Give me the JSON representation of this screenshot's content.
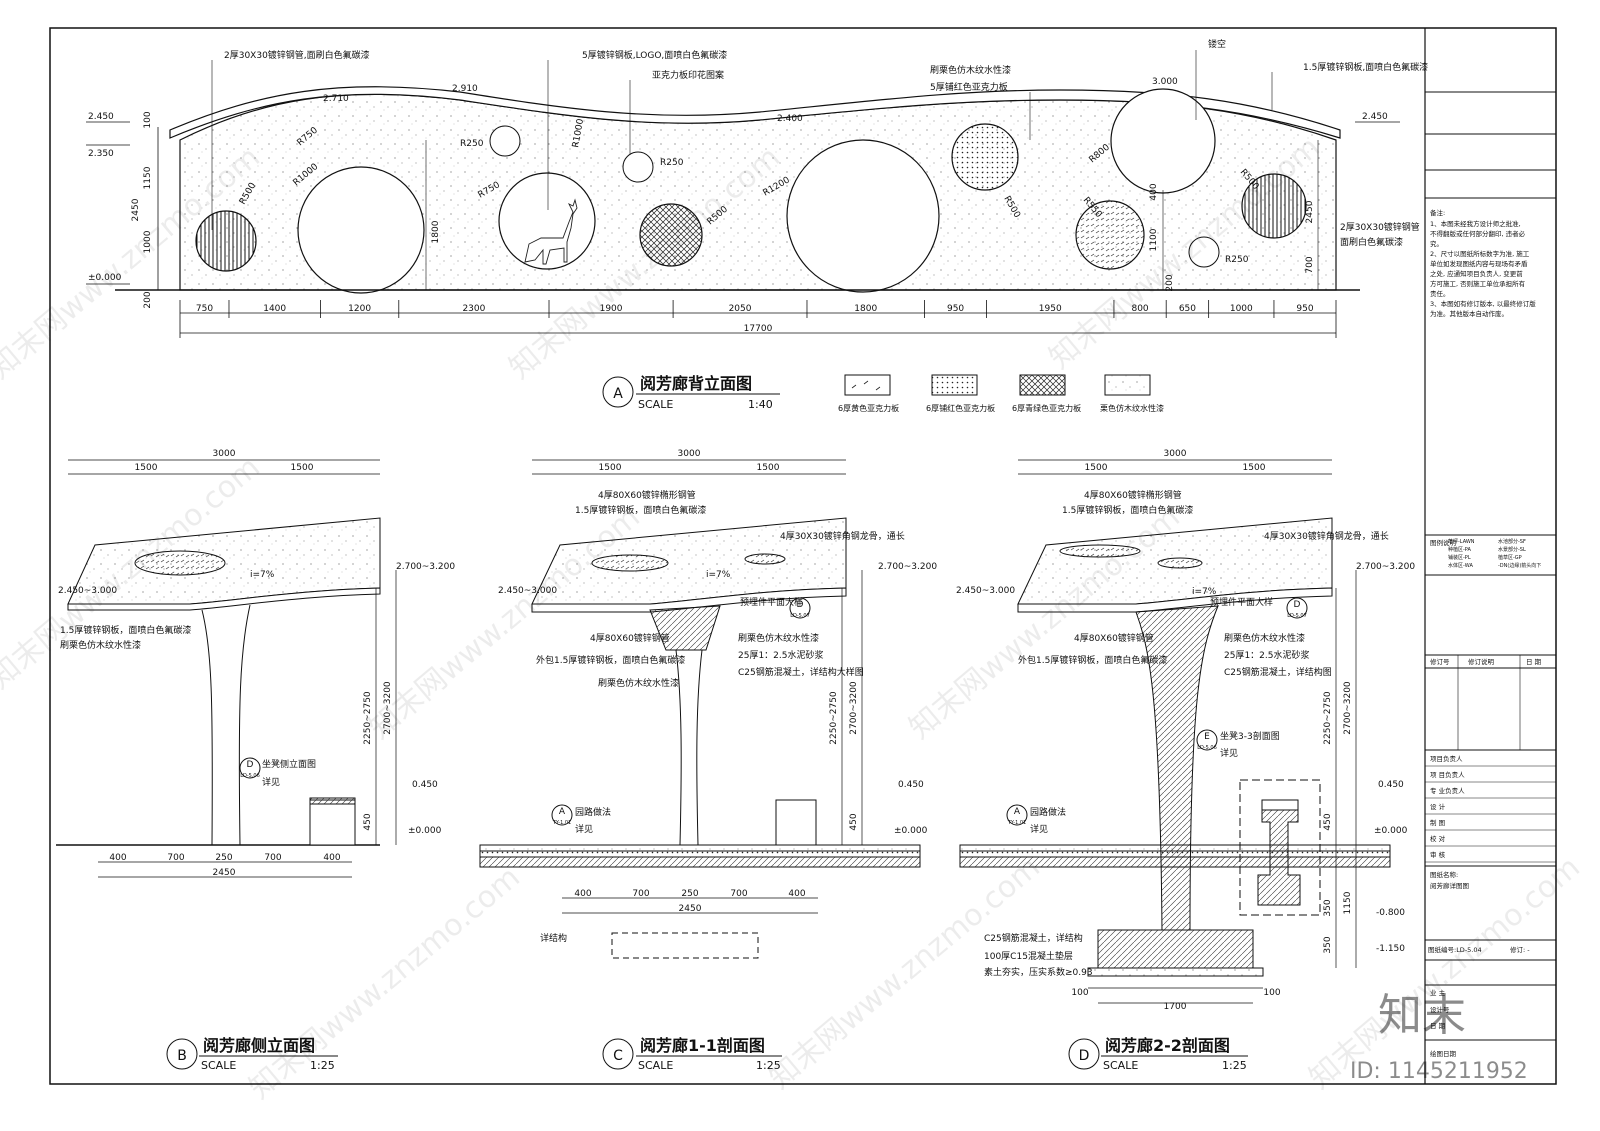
{
  "drawings": {
    "back_elevation": {
      "title": "阅芳廊背立面图",
      "scale_label": "SCALE",
      "scale": "1:40",
      "marker": "A",
      "callouts": {
        "top_left_pipe": "2厚30X30镀锌钢管,面刷白色氟碳漆",
        "top_plate": "5厚镀锌钢板,LOGO,面喷白色氟碳漆",
        "acrylic_print": "亚克力板印花图案",
        "wood_paint": "刷栗色仿木纹水性漆",
        "red_acrylic": "5厚铺红色亚克力板",
        "hollow": "镂空",
        "right_plate": "1.5厚镀锌钢板,面喷白色氟碳漆",
        "right_pipe": "2厚30X30镀锌钢管",
        "right_pipe2": "面刷白色氟碳漆"
      },
      "elevations": {
        "e2450_left": "2.450",
        "e2350": "2.350",
        "e2710": "2.710",
        "e2910": "2.910",
        "e2400": "2.400",
        "e3000": "3.000",
        "e2450_right": "2.450",
        "e0": "±0.000"
      },
      "radii": [
        "R750",
        "R1000",
        "R500",
        "R250",
        "R750",
        "R1000",
        "R250",
        "R500",
        "R1200",
        "R800",
        "R500",
        "R550",
        "R500",
        "R250"
      ],
      "vertical_dims": [
        "100",
        "1150",
        "2450",
        "1000",
        "200",
        "1800",
        "400",
        "1100",
        "200",
        "700"
      ],
      "bottom_dims": [
        "750",
        "1400",
        "1200",
        "2300",
        "1900",
        "2050",
        "1800",
        "950",
        "1950",
        "800",
        "650",
        "1000",
        "950"
      ],
      "total": "17700"
    },
    "legend": [
      {
        "label": "6厚黄色亚克力板"
      },
      {
        "label": "6厚铺红色亚克力板"
      },
      {
        "label": "6厚青绿色亚克力板"
      },
      {
        "label": "栗色仿木纹水性漆"
      }
    ],
    "side_elevation": {
      "title": "阅芳廊侧立面图",
      "scale_label": "SCALE",
      "scale": "1:25",
      "marker": "B",
      "top_dims": [
        "3000",
        "1500",
        "1500"
      ],
      "slope": "i=7%",
      "left_elev": "2.450~3.000",
      "right_elev": "2.700~3.200",
      "note1": "1.5厚镀锌钢板，面喷白色氟碳漆",
      "note2": "刷栗色仿木纹水性漆",
      "ref_code": "D",
      "ref_sheet": "LD-5.06",
      "ref_text": "坐凳侧立面图",
      "ref_text2": "详见",
      "v_dims": [
        "2250~2750",
        "2700~3200",
        "450"
      ],
      "e450": "0.450",
      "e0": "±0.000",
      "bottom_dims": [
        "400",
        "700",
        "250",
        "700",
        "400"
      ],
      "total": "2450"
    },
    "section_1": {
      "title": "阅芳廊1-1剖面图",
      "scale_label": "SCALE",
      "scale": "1:25",
      "marker": "C",
      "top_dims": [
        "3000",
        "1500",
        "1500"
      ],
      "pipe": "4厚80X60镀锌椭形钢管",
      "plate": "1.5厚镀锌钢板，面喷白色氟碳漆",
      "angle": "4厚30X30镀锌角钢龙骨，通长",
      "slope": "i=7%",
      "left_elev": "2.450~3.000",
      "right_elev": "2.700~3.200",
      "embed": "预埋件平面大样",
      "ref_d": "D",
      "ref_d_sheet": "LD-5.07",
      "pipe2": "4厚80X60镀锌钢管",
      "wood": "刷栗色仿木纹水性漆",
      "mortar": "25厚1：2.5水泥砂浆",
      "concrete": "C25钢筋混凝土，详结构大样图",
      "wrap": "外包1.5厚镀锌钢板，面喷白色氟碳漆",
      "wood2": "刷栗色仿木纹水性漆",
      "v_dims": [
        "2250~2750",
        "2700~3200",
        "450"
      ],
      "e450": "0.450",
      "e0": "±0.000",
      "paving": "园路做法",
      "paving_ref": "A",
      "paving_sheet": "TY-1.01",
      "paving2": "详见",
      "bottom_dims": [
        "400",
        "700",
        "250",
        "700",
        "400"
      ],
      "total": "2450",
      "struct": "详结构"
    },
    "section_2": {
      "title": "阅芳廊2-2剖面图",
      "scale_label": "SCALE",
      "scale": "1:25",
      "marker": "D",
      "top_dims": [
        "3000",
        "1500",
        "1500"
      ],
      "pipe": "4厚80X60镀锌椭形钢管",
      "plate": "1.5厚镀锌钢板，面喷白色氟碳漆",
      "angle": "4厚30X30镀锌角钢龙骨，通长",
      "slope": "i=7%",
      "left_elev": "2.450~3.000",
      "right_elev": "2.700~3.200",
      "embed": "预埋件平面大样",
      "ref_d": "D",
      "ref_d_sheet": "LD-5.07",
      "pipe2": "4厚80X60镀锌钢管",
      "wood": "刷栗色仿木纹水性漆",
      "mortar": "25厚1：2.5水泥砂浆",
      "concrete": "C25钢筋混凝土，详结构图",
      "wrap": "外包1.5厚镀锌钢板，面喷白色氟碳漆",
      "seat_ref": "E",
      "seat_sheet": "LD-5.06",
      "seat_text": "坐凳3-3剖面图",
      "seat_text2": "详见",
      "paving": "园路做法",
      "paving_ref": "A",
      "paving_sheet": "TY-1.01",
      "paving2": "详见",
      "v_dims": [
        "2250~2750",
        "2700~3200",
        "450",
        "350",
        "1150",
        "350"
      ],
      "e450": "0.450",
      "e0": "±0.000",
      "e800": "-0.800",
      "e1150": "-1.150",
      "footing1": "C25钢筋混凝土，详结构",
      "footing2": "100厚C15混凝土垫层",
      "footing3": "素土夯实，压实系数≥0.93",
      "bottom_dims": [
        "100",
        "100",
        "1700"
      ]
    }
  },
  "title_block": {
    "notes_head": "备注:",
    "notes": [
      "1、本图未经我方设计师之批准,",
      "不得翻版或任何部分翻印, 违者必",
      "究。",
      "2、尺寸以图纸所标数字为准, 施工",
      "单位如发现图纸内容与现场有矛盾",
      "之处, 应通知项目负责人, 变更前",
      "方可施工, 否则施工单位承担所有",
      "责任。",
      "3、本图如有修订版本, 以最终修订版",
      "为准。其他版本自动作废。"
    ],
    "legend_title": "图例说明",
    "legend_items": [
      "草坪-LAWN",
      "水池部分-SF",
      "种植区-PA",
      "水景部分-SL",
      "铺装区-PL",
      "植草区-GP",
      "水体区-WA",
      "-DN(边缘)箭头向下"
    ],
    "rev_headers": [
      "修订号",
      "修订说明",
      "日 期"
    ],
    "rows": [
      "项目负责人",
      "项 目负责人",
      "专 业负责人",
      "设 计",
      "制 图",
      "校 对",
      "审 核"
    ],
    "drawing_name_label": "图纸名称:",
    "drawing_name": "阅芳廊详图图",
    "drawing_no_label": "图纸编号:LD-5.04",
    "revision_label": "修订: -",
    "bottom_labels": [
      "业 主",
      "设计号",
      "日 期",
      "绘图日期"
    ]
  },
  "watermark": {
    "text": "知末网www.znzmo.com",
    "brand": "知末",
    "id_text": "ID: 1145211952"
  }
}
